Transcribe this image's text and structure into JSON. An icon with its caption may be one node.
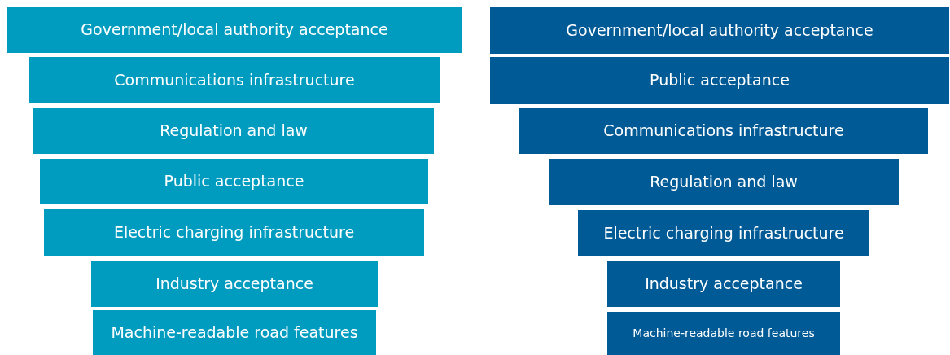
{
  "diagram": {
    "nodes": [
      {
        "text": [
          "Government/local authority acceptance"
        ]
      },
      {
        "text": [
          "Communications infrastructure"
        ]
      },
      {
        "text": [
          "Regulation and law"
        ]
      },
      {
        "text": [
          "Public acceptance"
        ]
      },
      {
        "text": [
          "Electric charging infrastructure"
        ]
      },
      {
        "text": [
          "Industry acceptance"
        ]
      },
      {
        "text": [
          "Machine-readable road features"
        ]
      },
      {
        "text": [
          "Government/local authority acceptance"
        ]
      },
      {
        "text": [
          "Public acceptance"
        ]
      },
      {
        "text": [
          "Communications infrastructure"
        ]
      },
      {
        "text": [
          "Regulation and law"
        ]
      },
      {
        "text": [
          "Electric charging infrastructure"
        ]
      },
      {
        "text": [
          "Industry acceptance"
        ]
      },
      {
        "text": [
          "Machine-readable road features"
        ]
      }
    ]
  }
}
